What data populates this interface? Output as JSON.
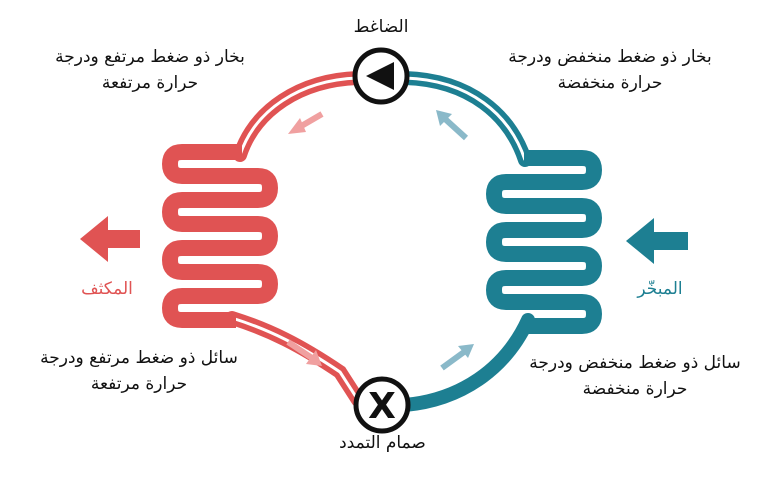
{
  "title_top": "الضاغط",
  "title_bottom": "صمام التمدد",
  "top_left": {
    "line1": "بخار ذو ضغط مرتفع ودرجة",
    "line2": "حرارة مرتفعة"
  },
  "top_right": {
    "line1": "بخار ذو ضغط منخفض ودرجة",
    "line2": "حرارة منخفضة"
  },
  "bottom_left": {
    "line1": "سائل ذو ضغط مرتفع ودرجة",
    "line2": "حرارة مرتفعة"
  },
  "bottom_right": {
    "line1": "سائل ذو ضغط منخفض ودرجة",
    "line2": "حرارة منخفضة"
  },
  "condenser_label": "المكثف",
  "evaporator_label": "المبخّر",
  "colors": {
    "hot": "#e05353",
    "hot_light": "#f0a0a0",
    "cold": "#1d7f92",
    "cold_light": "#8ab9c9",
    "component": "#111111"
  },
  "icons": {
    "compressor": "play-triangle-icon",
    "expansion_valve": "x-cross-icon",
    "condenser_out_arrow": "arrow-left-icon",
    "evaporator_in_arrow": "arrow-left-icon"
  }
}
